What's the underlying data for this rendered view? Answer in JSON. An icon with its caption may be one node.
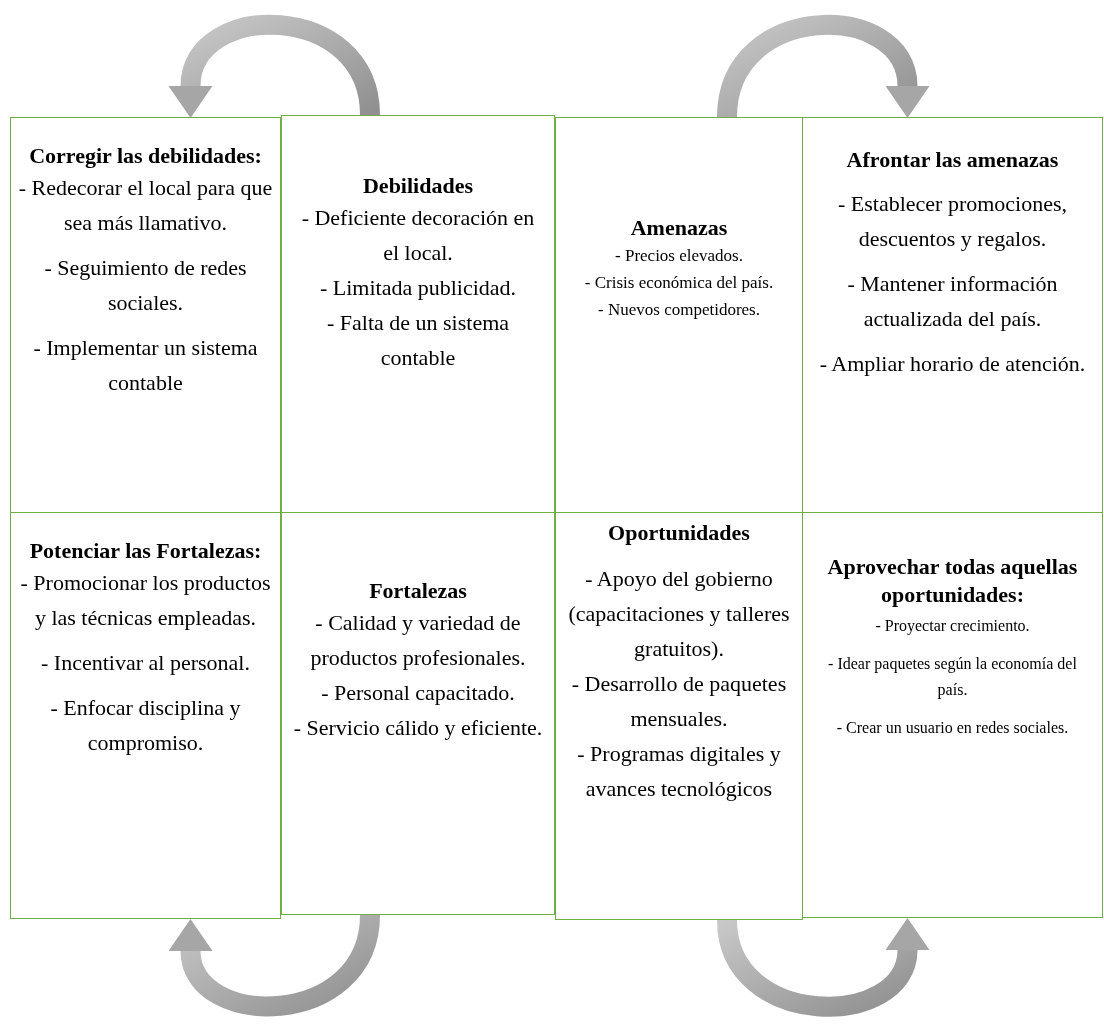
{
  "diagram": {
    "nodes": [
      {
        "text": [
          "Corregir las debilidades:",
          "- Redecorar el local para que sea más llamativo.",
          "- Seguimiento de redes sociales.",
          "- Implementar un sistema contable"
        ]
      },
      {
        "text": [
          "Debilidades",
          "- Deficiente decoración en el local.",
          "- Limitada publicidad.",
          "- Falta de un sistema contable"
        ]
      },
      {
        "text": [
          "Amenazas",
          "- Precios elevados.",
          "- Crisis económica del país.",
          "- Nuevos competidores."
        ]
      },
      {
        "text": [
          "Afrontar las amenazas",
          "- Establecer promociones, descuentos y regalos.",
          "- Mantener información actualizada del país.",
          "- Ampliar horario de atención."
        ]
      },
      {
        "text": [
          "Potenciar las Fortalezas:",
          "- Promocionar los productos y las técnicas empleadas.",
          "- Incentivar al personal.",
          "- Enfocar disciplina y compromiso."
        ]
      },
      {
        "text": [
          "Fortalezas",
          "- Calidad y variedad de productos profesionales.",
          "- Personal capacitado.",
          "- Servicio cálido y eficiente."
        ]
      },
      {
        "text": [
          "Oportunidades",
          "- Apoyo del gobierno (capacitaciones y talleres gratuitos).",
          "- Desarrollo de paquetes mensuales.",
          "- Programas digitales y avances tecnológicos"
        ]
      },
      {
        "text": [
          "Aprovechar todas aquellas oportunidades:",
          "- Proyectar crecimiento.",
          "- Idear paquetes según la economía del país.",
          "- Crear un usuario en redes sociales."
        ]
      }
    ],
    "edges": [
      {
        "from": 1,
        "to": 0,
        "arrow": "to"
      },
      {
        "from": 2,
        "to": 3,
        "arrow": "to"
      },
      {
        "from": 5,
        "to": 4,
        "arrow": "to"
      },
      {
        "from": 6,
        "to": 7,
        "arrow": "to"
      }
    ]
  }
}
